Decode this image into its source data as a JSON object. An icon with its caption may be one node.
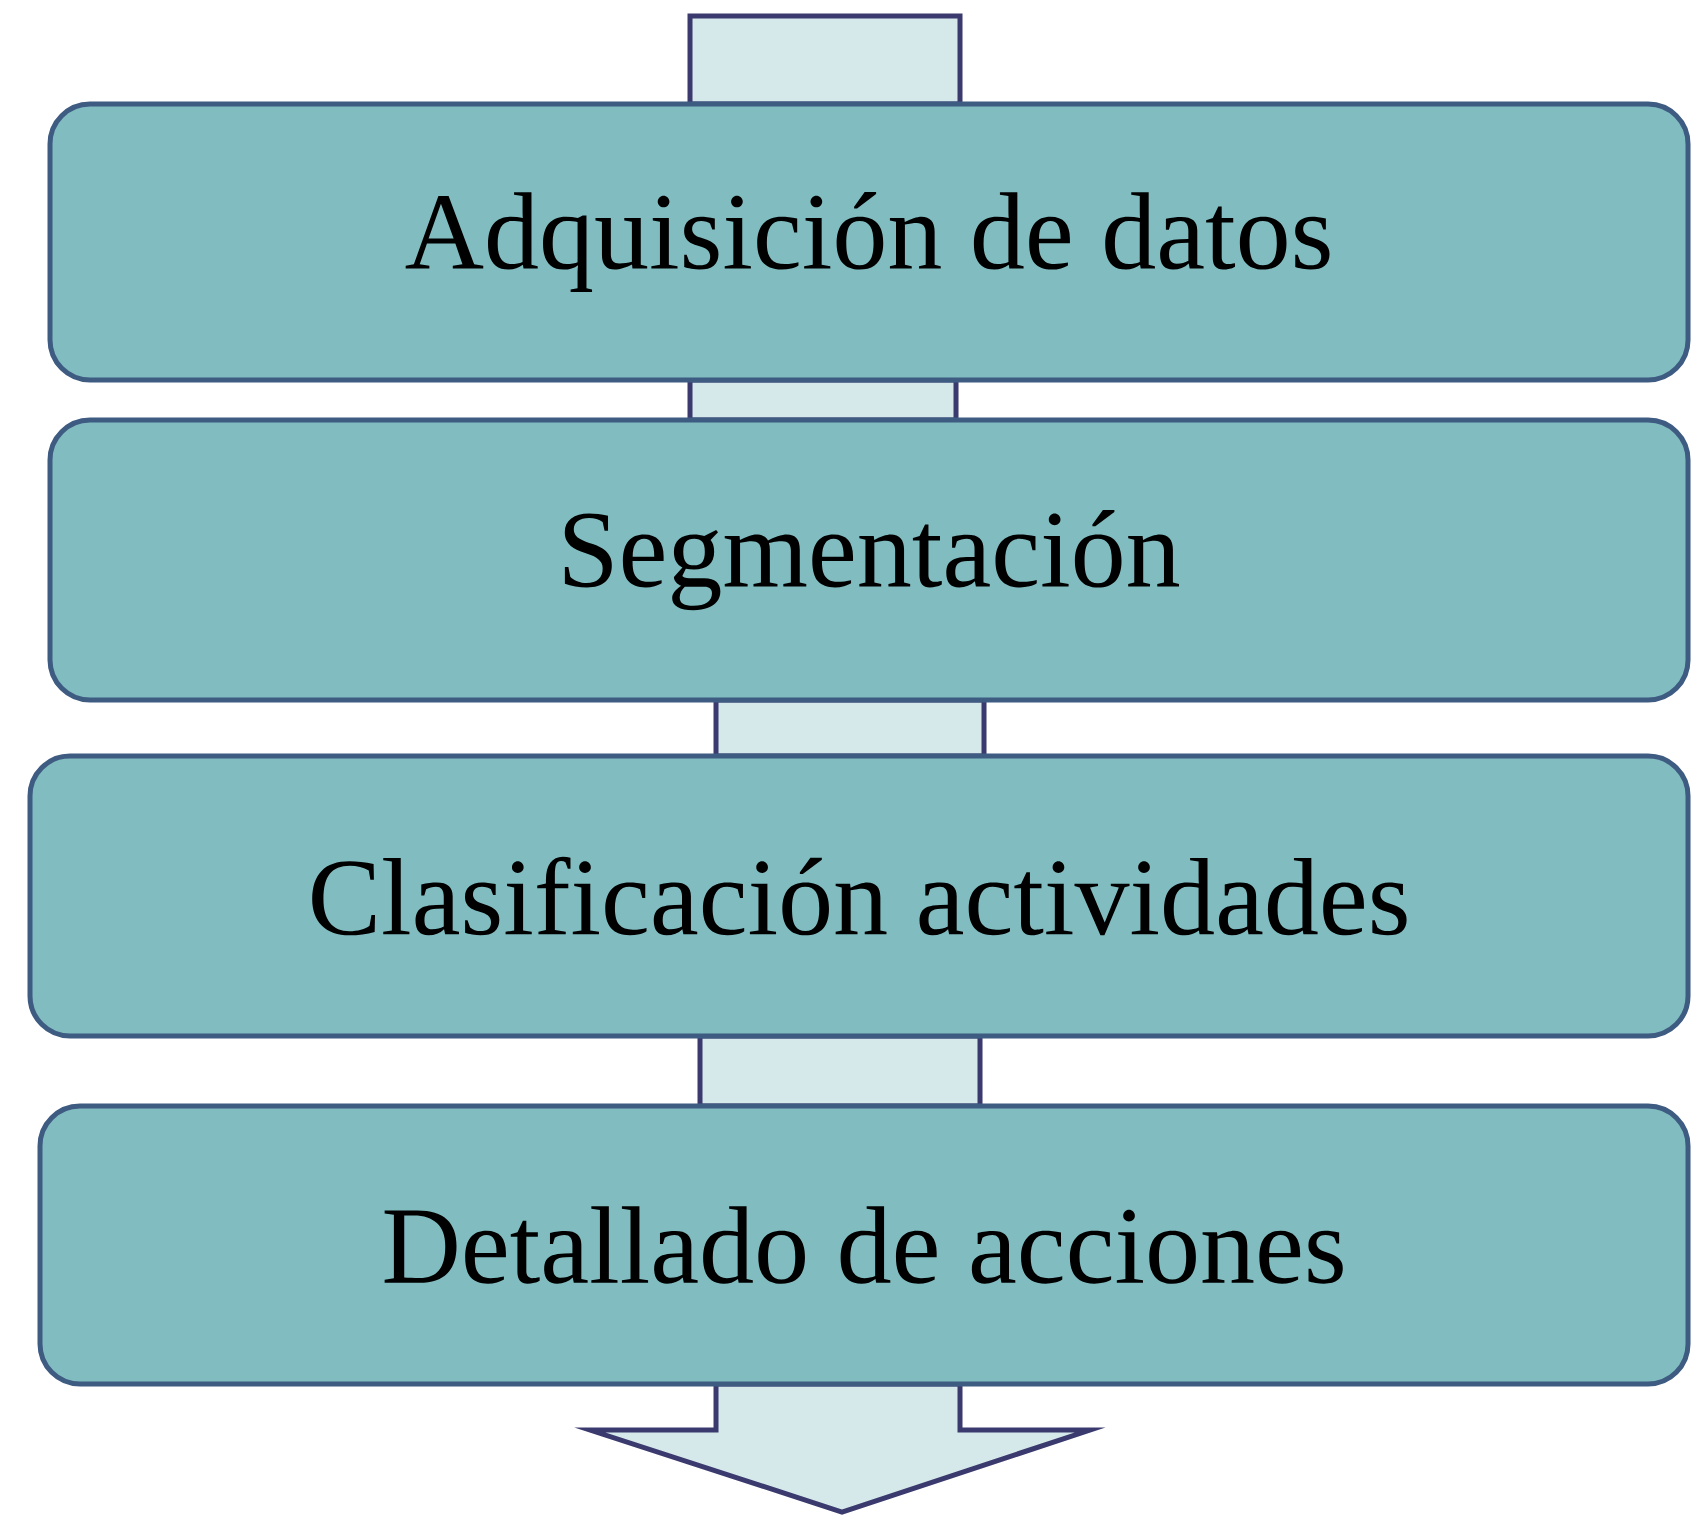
{
  "diagram": {
    "nodes": [
      {
        "text": [
          "Adquisición de datos"
        ]
      },
      {
        "text": [
          "Segmentación"
        ]
      },
      {
        "text": [
          "Clasificación actividades"
        ]
      },
      {
        "text": [
          "Detallado de acciones"
        ]
      }
    ],
    "edges": [
      {
        "from": null,
        "to": 0,
        "arrow": "none"
      },
      {
        "from": 0,
        "to": 1,
        "arrow": "none"
      },
      {
        "from": 1,
        "to": 2,
        "arrow": "none"
      },
      {
        "from": 2,
        "to": 3,
        "arrow": "none"
      },
      {
        "from": 3,
        "to": null,
        "arrow": "to"
      }
    ]
  }
}
